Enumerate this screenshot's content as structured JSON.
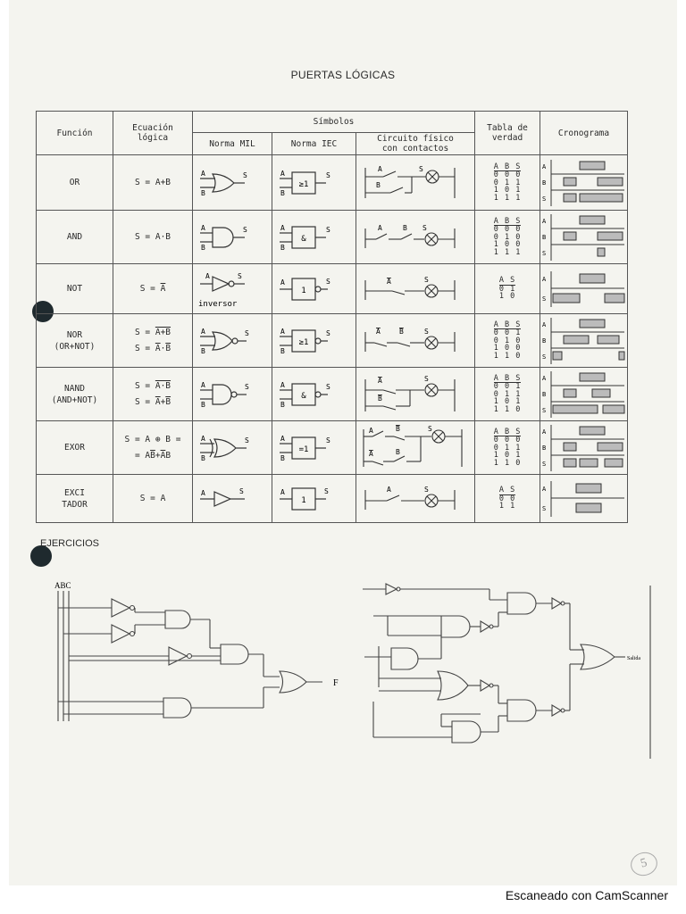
{
  "title": "PUERTAS LÓGICAS",
  "headers": {
    "funcion": "Función",
    "ecuacion_1": "Ecuación",
    "ecuacion_2": "lógica",
    "simbolos": "Símbolos",
    "norma_mil": "Norma MIL",
    "norma_iec": "Norma IEC",
    "circuito_1": "Circuito físico",
    "circuito_2": "con contactos",
    "tabla_1": "Tabla de",
    "tabla_2": "verdad",
    "cronograma": "Cronograma"
  },
  "rows": {
    "or": {
      "name": "OR",
      "eq_pre": "S = A+B",
      "iec": "≥1",
      "truth": [
        "0 0 0",
        "0 1 1",
        "1 0 1",
        "1 1 1"
      ]
    },
    "and": {
      "name": "AND",
      "eq_pre": "S = A·B",
      "iec": "&",
      "truth": [
        "0 0 0",
        "0 1 0",
        "1 0 0",
        "1 1 1"
      ]
    },
    "not": {
      "name": "NOT",
      "eq_pre": "S = ",
      "eq_ov": "A",
      "iec": "1",
      "mil_note": "inversor",
      "truth": [
        "0 1",
        "1 0"
      ]
    },
    "nor": {
      "name_1": "NOR",
      "name_2": "(OR+NOT)",
      "eq1_pre": "S = ",
      "eq1_ov": "A+B",
      "eq2_pre": "S = ",
      "eq2_a": "A",
      "eq2_mid": "·",
      "eq2_b": "B",
      "iec": "≥1",
      "truth": [
        "0 0 1",
        "0 1 0",
        "1 0 0",
        "1 1 0"
      ]
    },
    "nand": {
      "name_1": "NAND",
      "name_2": "(AND+NOT)",
      "eq1_pre": "S = ",
      "eq1_ov": "A·B",
      "eq2_pre": "S = ",
      "eq2_a": "A",
      "eq2_mid": "+",
      "eq2_b": "B",
      "iec": "&",
      "truth": [
        "0 0 1",
        "0 1 1",
        "1 0 1",
        "1 1 0"
      ]
    },
    "exor": {
      "name": "EXOR",
      "eq1": "S = A ⊕ B =",
      "eq2_pre": "= A",
      "eq2_b": "B",
      "eq2_mid": "+",
      "eq2_a": "A",
      "eq2_end": "B",
      "iec": "=1",
      "truth": [
        "0 0 0",
        "0 1 1",
        "1 0 1",
        "1 1 0"
      ]
    },
    "exci": {
      "name_1": "EXCI",
      "name_2": "TADOR",
      "eq_pre": "S = A",
      "iec": "1",
      "truth": [
        "0 0",
        "1 1"
      ]
    }
  },
  "labels": {
    "a": "A",
    "b": "B",
    "s": "S"
  },
  "truth_head_ab": "A B S",
  "truth_head_a": "A S",
  "ejercicios": "EJERCICIOS",
  "circuit1": {
    "inputs": "ABC",
    "output": "F"
  },
  "circuit2": {
    "output": "Salida"
  },
  "page_number": "5",
  "footer": "Escaneado con CamScanner"
}
